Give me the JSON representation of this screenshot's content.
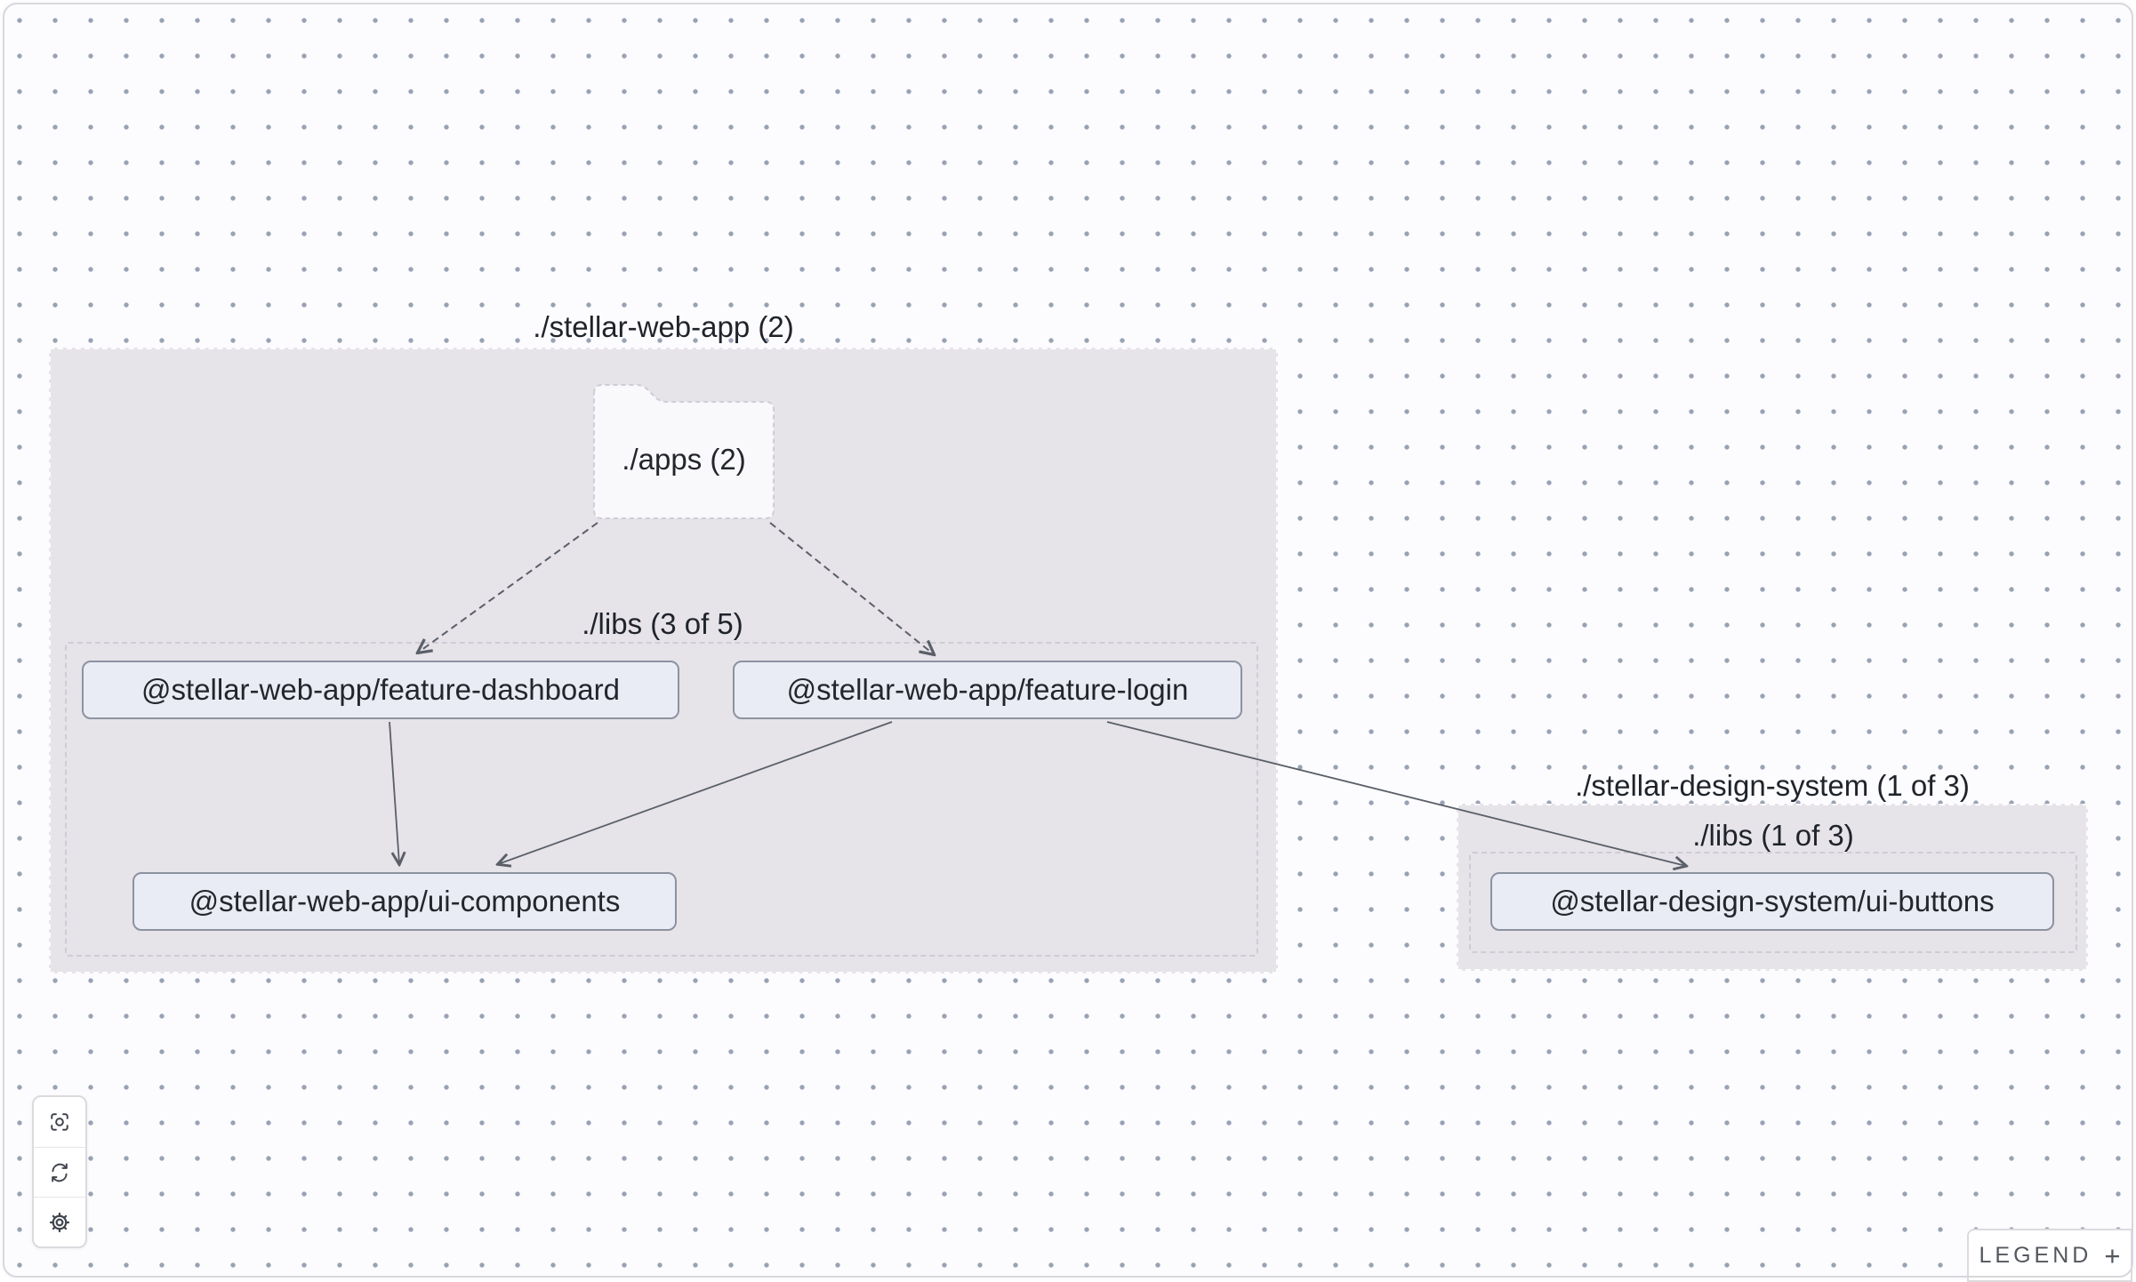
{
  "graph": {
    "groups": [
      {
        "id": "stellar-web-app",
        "title": "./stellar-web-app (2)",
        "folder": {
          "label": "./apps (2)"
        },
        "libs": {
          "title": "./libs (3 of 5)"
        },
        "nodes": [
          {
            "id": "feature-dashboard",
            "label": "@stellar-web-app/feature-dashboard"
          },
          {
            "id": "feature-login",
            "label": "@stellar-web-app/feature-login"
          },
          {
            "id": "ui-components",
            "label": "@stellar-web-app/ui-components"
          }
        ]
      },
      {
        "id": "stellar-design-system",
        "title": "./stellar-design-system (1 of 3)",
        "libs": {
          "title": "./libs (1 of 3)"
        },
        "nodes": [
          {
            "id": "ui-buttons",
            "label": "@stellar-design-system/ui-buttons"
          }
        ]
      }
    ],
    "edges": [
      {
        "from": "./apps",
        "to": "@stellar-web-app/feature-dashboard",
        "style": "dashed"
      },
      {
        "from": "./apps",
        "to": "@stellar-web-app/feature-login",
        "style": "dashed"
      },
      {
        "from": "@stellar-web-app/feature-dashboard",
        "to": "@stellar-web-app/ui-components",
        "style": "solid"
      },
      {
        "from": "@stellar-web-app/feature-login",
        "to": "@stellar-web-app/ui-components",
        "style": "solid"
      },
      {
        "from": "@stellar-web-app/feature-login",
        "to": "@stellar-design-system/ui-buttons",
        "style": "solid"
      }
    ]
  },
  "toolbar": {
    "buttons": [
      {
        "icon": "focus-icon"
      },
      {
        "icon": "refresh-icon"
      },
      {
        "icon": "settings-icon"
      }
    ]
  },
  "legend": {
    "label": "LEGEND",
    "expand_icon": "+"
  },
  "colors": {
    "canvas_bg": "#fcfbfd",
    "grid_dot": "#98a2b3",
    "group_fill": "#e6e3e9",
    "node_fill": "#e9ecf5",
    "node_border": "#8d92a0",
    "edge": "#5a5f68",
    "text": "#23262c"
  }
}
